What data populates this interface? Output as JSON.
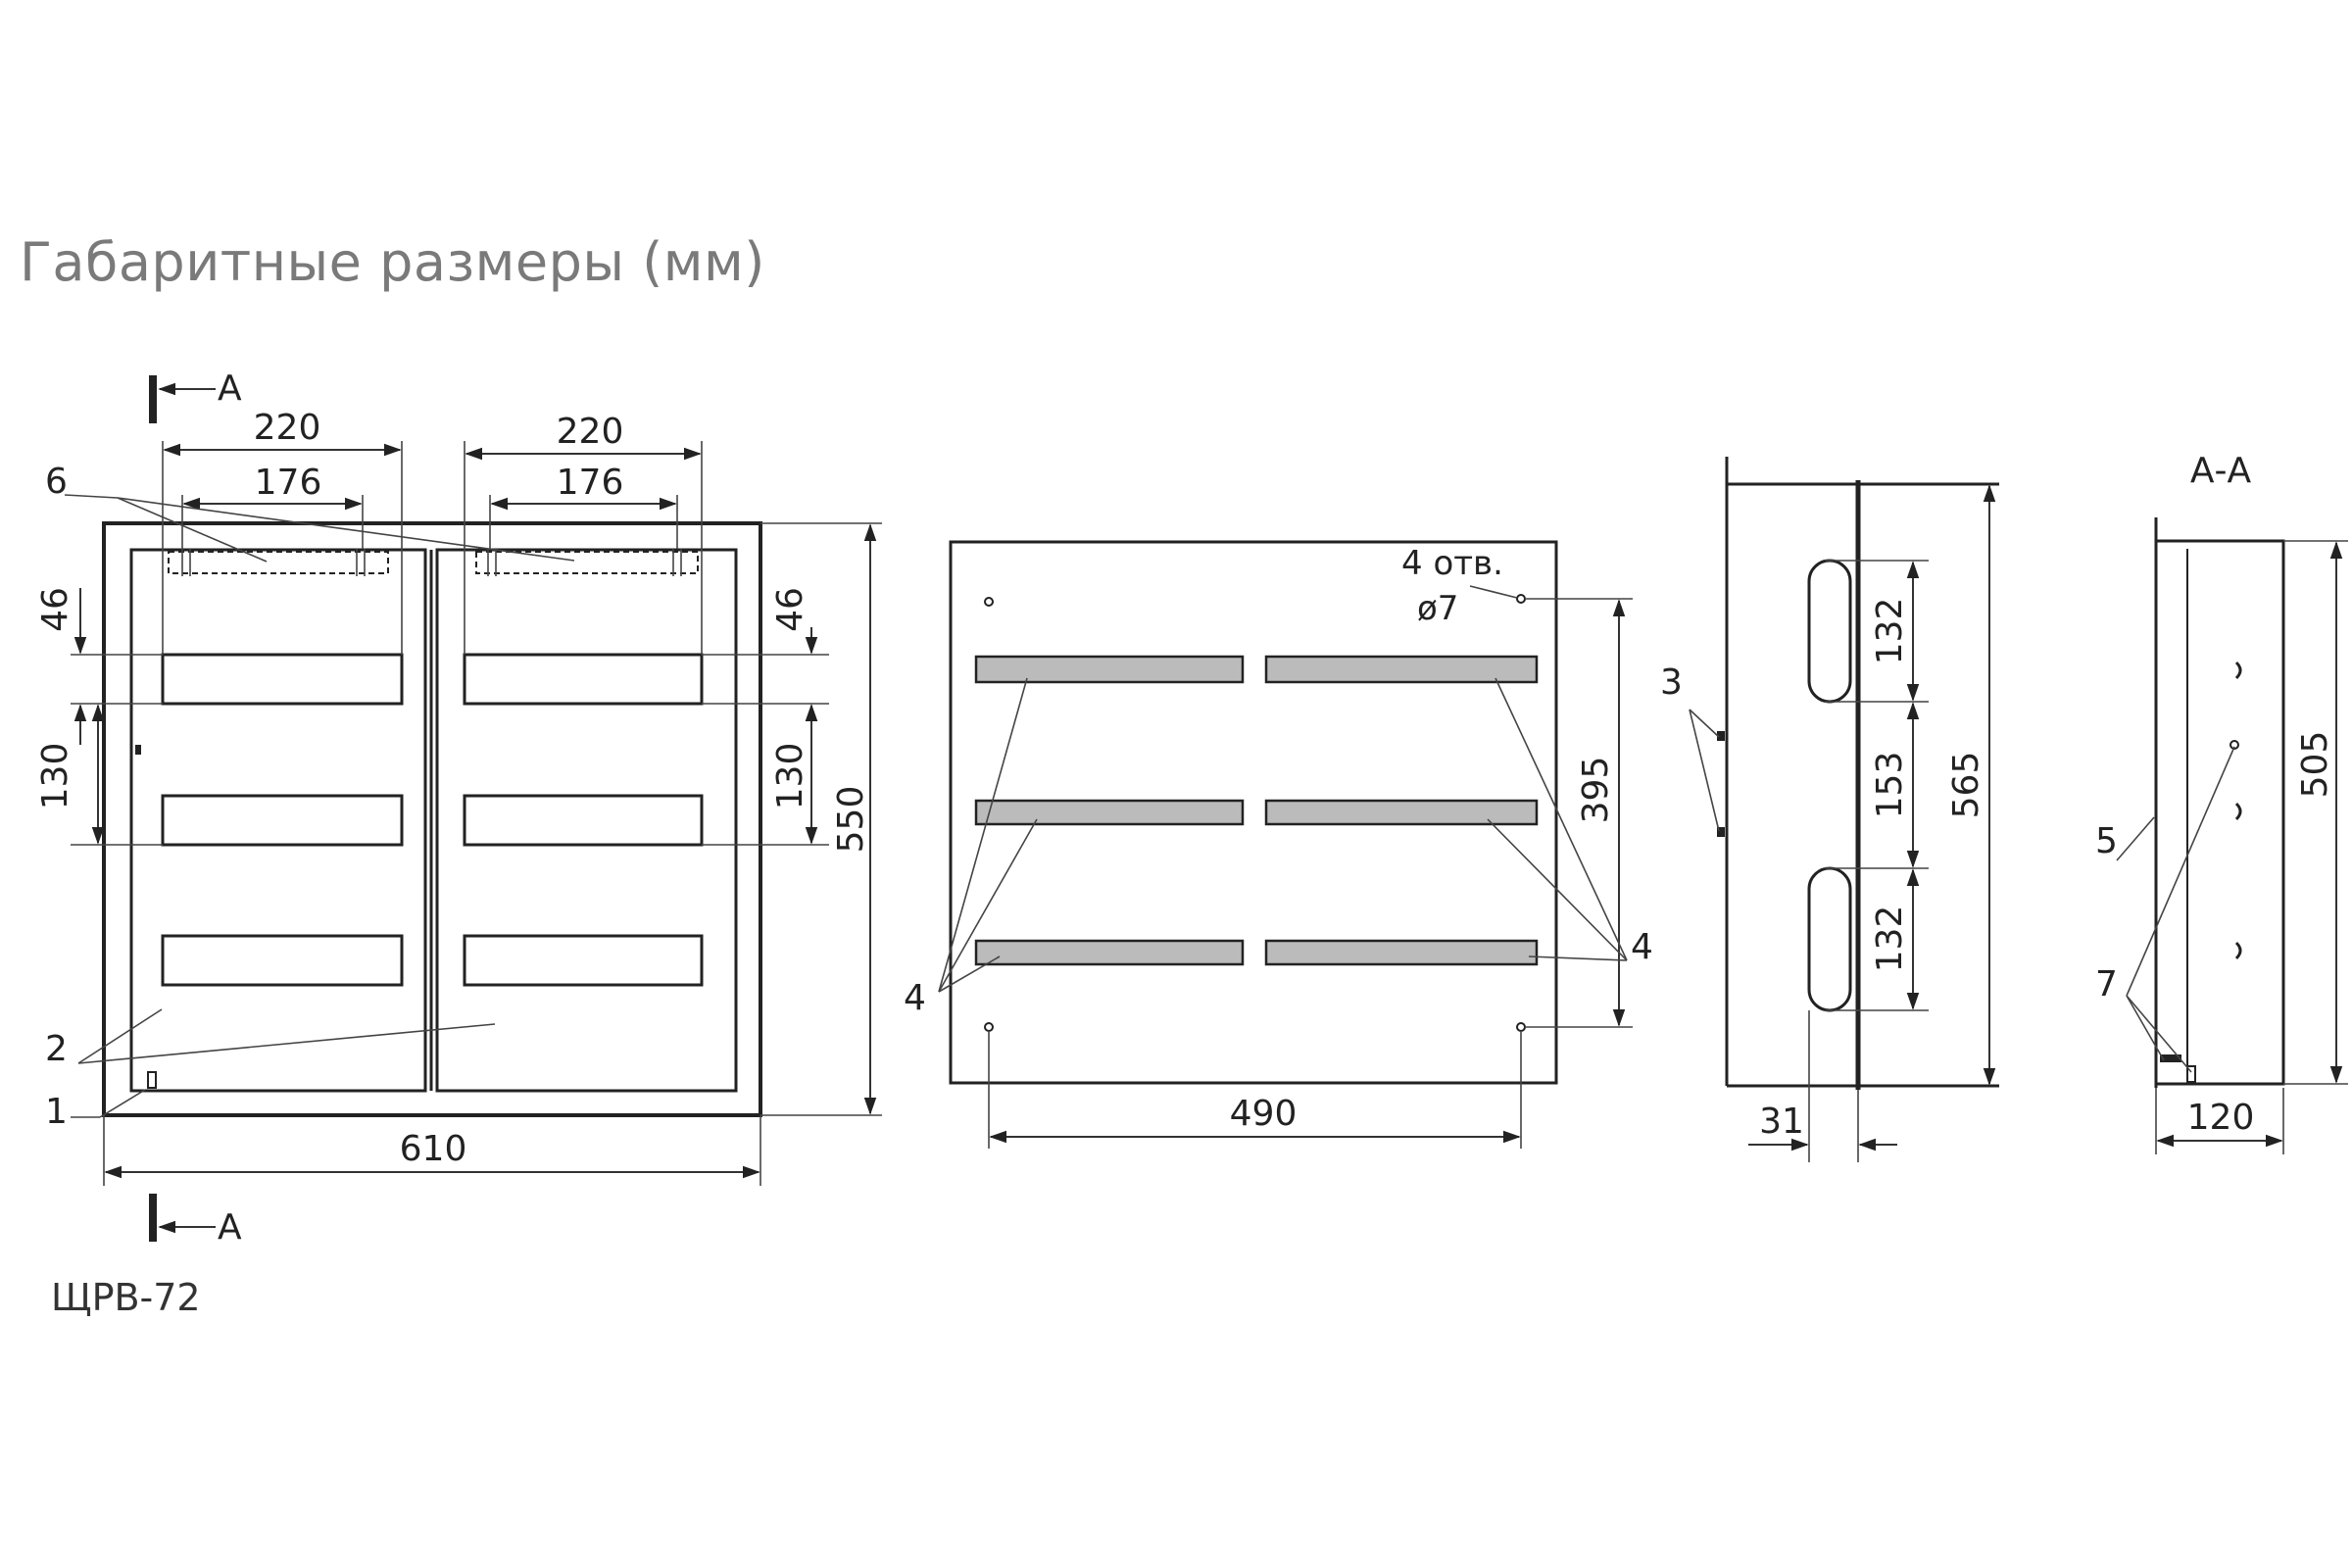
{
  "title": "Габаритные размеры (мм)",
  "model": "ЩРВ-72",
  "section_label": "А",
  "section_view_title": "А-А",
  "front_view": {
    "dims": {
      "module_width_left": "220",
      "module_width_right": "220",
      "mount_left": "176",
      "mount_right": "176",
      "top_offset_left": "46",
      "top_offset_right": "46",
      "row_pitch_left": "130",
      "row_pitch_right": "130",
      "height": "550",
      "width": "610"
    },
    "callouts": {
      "top_mount": "6",
      "doors": "2",
      "lock": "1"
    }
  },
  "back_view": {
    "dims": {
      "holes_pitch_v": "395",
      "holes_pitch_h": "490"
    },
    "holes_note_1": "4 отв.",
    "holes_note_2": "ø7",
    "callouts": {
      "rails_left": "4",
      "rails_right": "4"
    }
  },
  "side_view": {
    "dims": {
      "slot_top": "132",
      "slot_gap": "153",
      "slot_bottom": "132",
      "height": "565",
      "depth_front": "31"
    },
    "callouts": {
      "hinges": "3"
    }
  },
  "section_view": {
    "dims": {
      "height": "505",
      "depth": "120"
    },
    "callouts": {
      "door": "5",
      "hinge": "7"
    }
  }
}
